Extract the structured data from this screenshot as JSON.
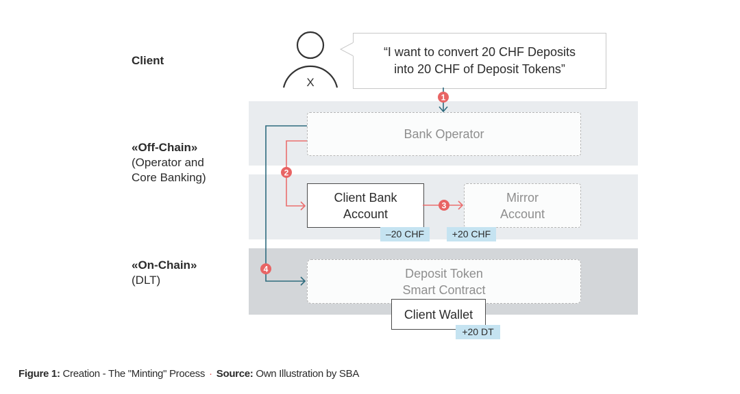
{
  "rows": {
    "client": {
      "title": "Client"
    },
    "off_chain": {
      "title": "«Off-Chain»",
      "subtitle_line1": "(Operator and",
      "subtitle_line2": "Core Banking)"
    },
    "on_chain": {
      "title": "«On-Chain»",
      "subtitle_line1": "(DLT)"
    }
  },
  "client_icon": {
    "icon": "person-icon",
    "mark": "X"
  },
  "speech_bubble": {
    "line1": "“I want to convert 20 CHF Deposits",
    "line2": "into 20 CHF of Deposit Tokens”"
  },
  "nodes": {
    "bank_operator": {
      "label": "Bank Operator",
      "style": "dashed"
    },
    "client_bank_account": {
      "line1": "Client Bank",
      "line2": "Account",
      "style": "solid"
    },
    "mirror_account": {
      "line1": "Mirror",
      "line2": "Account",
      "style": "dashed"
    },
    "deposit_token_contract": {
      "line1": "Deposit Token",
      "line2": "Smart Contract",
      "style": "dashed"
    },
    "client_wallet": {
      "label": "Client Wallet",
      "style": "solid"
    }
  },
  "balance_tags": {
    "client_bank_account": "–20 CHF",
    "mirror_account": "+20 CHF",
    "client_wallet": "+20 DT"
  },
  "steps": [
    {
      "number": "1",
      "from": "Client",
      "to": "Bank Operator"
    },
    {
      "number": "2",
      "from": "Bank Operator",
      "to": "Client Bank Account"
    },
    {
      "number": "3",
      "from": "Client Bank Account",
      "to": "Mirror Account"
    },
    {
      "number": "4",
      "from": "Bank Operator",
      "to": "Deposit Token Smart Contract"
    }
  ],
  "colors": {
    "teal_arrow": "#2e6b7e",
    "red_arrow": "#ea6f6f",
    "badge": "#e86464",
    "band_light": "#e9ecef",
    "band_dark": "#d3d6d9",
    "tag_bg": "#c5e3f1"
  },
  "caption": {
    "figure_label": "Figure 1:",
    "figure_text": "Creation - The \"Minting\" Process",
    "separator": "·",
    "source_label": "Source:",
    "source_text": "Own Illustration by SBA"
  }
}
